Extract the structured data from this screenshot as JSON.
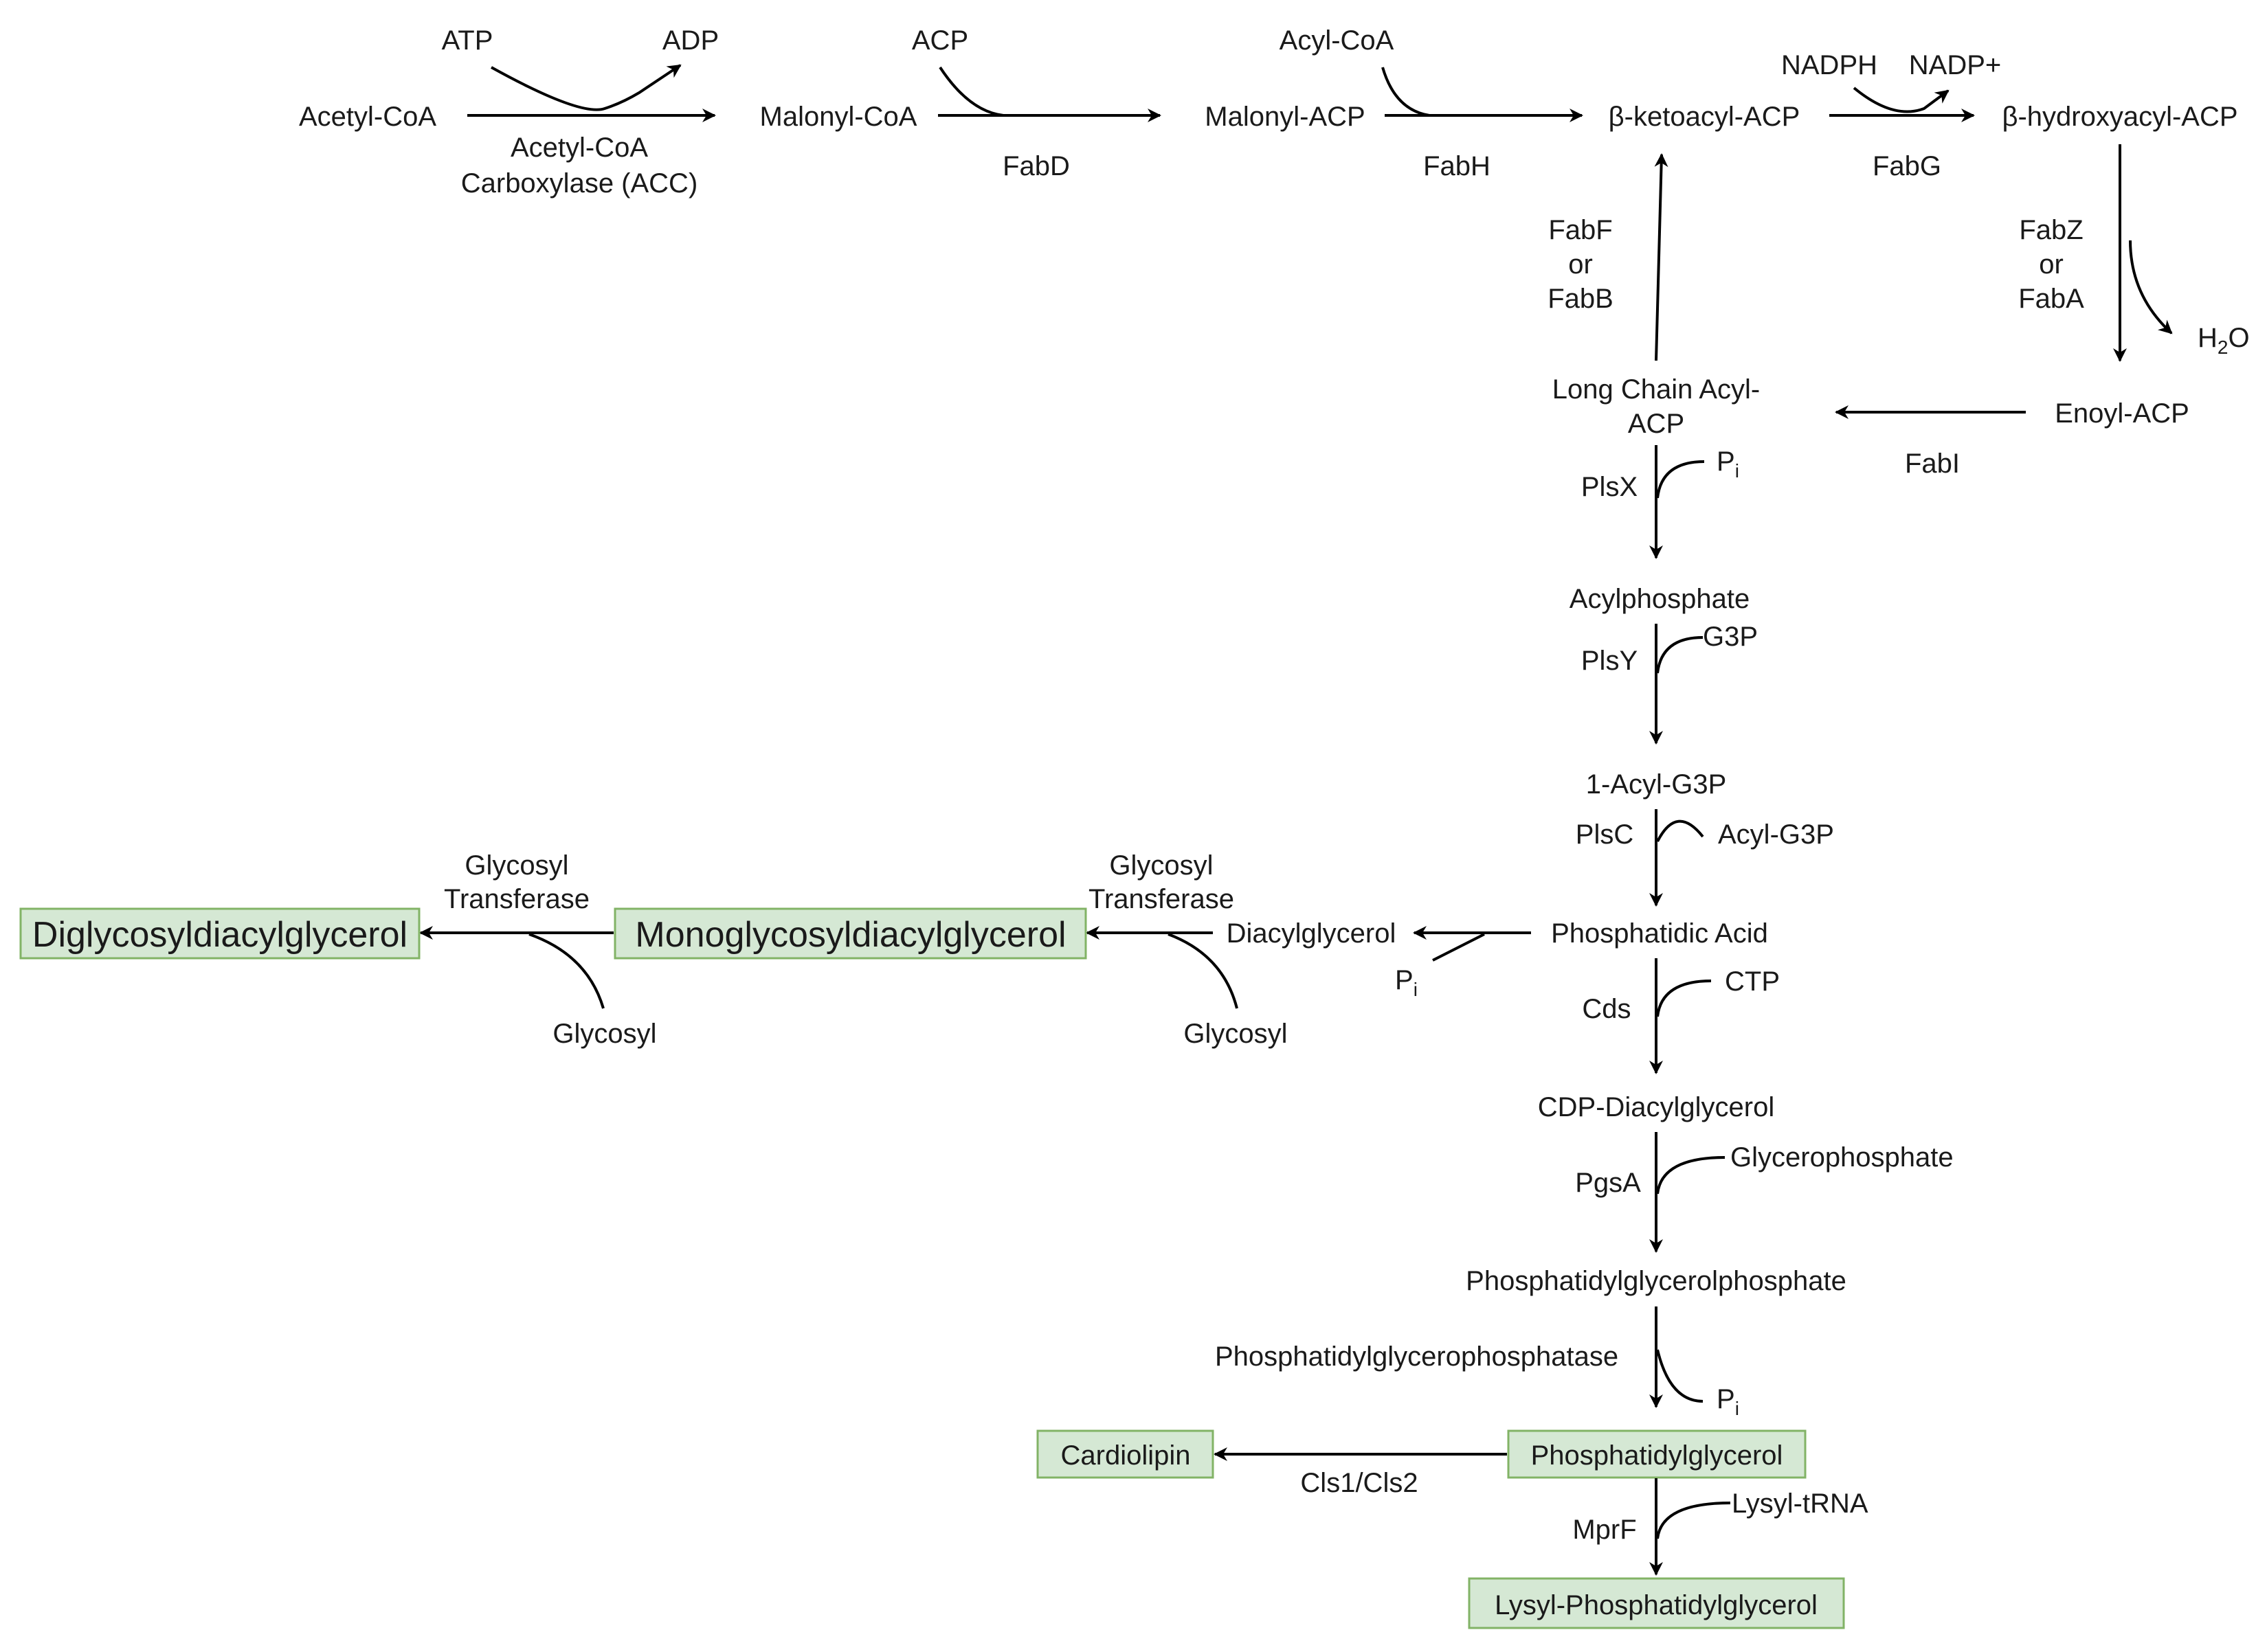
{
  "diagram": {
    "nodes": {
      "acetyl_coa": "Acetyl-CoA",
      "malonyl_coa": "Malonyl-CoA",
      "malonyl_acp": "Malonyl-ACP",
      "beta_ketoacyl_acp": "β-ketoacyl-ACP",
      "beta_hydroxyacyl_acp": "β-hydroxyacyl-ACP",
      "enoyl_acp": "Enoyl-ACP",
      "long_chain_acyl_acp_line1": "Long Chain Acyl-",
      "long_chain_acyl_acp_line2": "ACP",
      "acylphosphate": "Acylphosphate",
      "acyl_g3p_1": "1-Acyl-G3P",
      "phosphatidic_acid": "Phosphatidic Acid",
      "diacylglycerol": "Diacylglycerol",
      "monoglycosyldiacylglycerol": "Monoglycosyldiacylglycerol",
      "diglycosyldiacylglycerol": "Diglycosyldiacylglycerol",
      "cdp_diacylglycerol": "CDP-Diacylglycerol",
      "phosphatidylglycerolphosphate": "Phosphatidylglycerolphosphate",
      "phosphatidylglycerol": "Phosphatidylglycerol",
      "cardiolipin": "Cardiolipin",
      "lysyl_phosphatidylglycerol": "Lysyl-Phosphatidylglycerol"
    },
    "cofactors": {
      "atp": "ATP",
      "adp": "ADP",
      "acp": "ACP",
      "acyl_coa": "Acyl-CoA",
      "nadph": "NADPH",
      "nadp_plus": "NADP+",
      "h2o_main": "H",
      "h2o_sub": "2",
      "h2o_tail": "O",
      "pi_main": "P",
      "pi_sub": "i",
      "g3p": "G3P",
      "acyl_g3p": "Acyl-G3P",
      "ctp": "CTP",
      "glycerophosphate": "Glycerophosphate",
      "lysyl_trna": "Lysyl-tRNA",
      "glycosyl": "Glycosyl"
    },
    "enzymes": {
      "acc_line1": "Acetyl-CoA",
      "acc_line2": "Carboxylase (ACC)",
      "fabd": "FabD",
      "fabh": "FabH",
      "fabg": "FabG",
      "fabz_line1": "FabZ",
      "fabz_line2": "or",
      "fabz_line3": "FabA",
      "fabf_line1": "FabF",
      "fabf_line2": "or",
      "fabf_line3": "FabB",
      "fabi": "FabI",
      "plsx": "PlsX",
      "plsy": "PlsY",
      "plsc": "PlsC",
      "cds": "Cds",
      "pgsa": "PgsA",
      "pgp_phosphatase": "Phosphatidylglycerophosphatase",
      "mprf": "MprF",
      "cls": "Cls1/Cls2",
      "glycosyl_transferase_line1": "Glycosyl",
      "glycosyl_transferase_line2": "Transferase"
    },
    "colors": {
      "highlight_fill": "#d5e8d4",
      "highlight_stroke": "#82b366",
      "edge": "#000000",
      "text": "#1a1a1a"
    }
  }
}
